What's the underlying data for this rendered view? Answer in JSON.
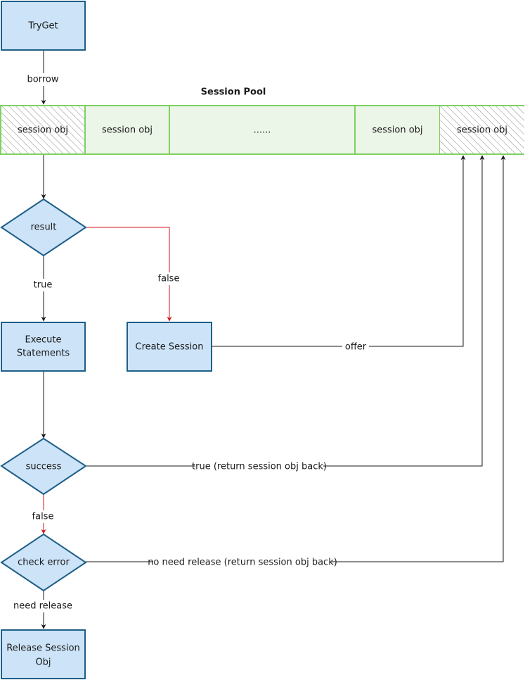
{
  "nodes": {
    "tryget": "TryGet",
    "pool_title": "Session Pool",
    "pool_slot_1": "session obj",
    "pool_slot_2": "session obj",
    "pool_slot_ellipsis": "......",
    "pool_slot_4": "session obj",
    "pool_slot_5": "session obj",
    "result": "result",
    "execute_line1": "Execute",
    "execute_line2": "Statements",
    "create_session": "Create Session",
    "success": "success",
    "check_error": "check error",
    "release_line1": "Release Session",
    "release_line2": "Obj"
  },
  "edges": {
    "borrow": "borrow",
    "result_true": "true",
    "result_false": "false",
    "offer": "offer",
    "success_true": "true (return session obj back)",
    "success_false": "false",
    "no_need_release": "no need release (return session obj back)",
    "need_release": "need release"
  },
  "colors": {
    "box_fill": "#cce3f8",
    "box_stroke": "#1f5f88",
    "pool_fill": "#ecf6e8",
    "pool_stroke": "#7ed160",
    "false_edge": "#d11a1a"
  }
}
